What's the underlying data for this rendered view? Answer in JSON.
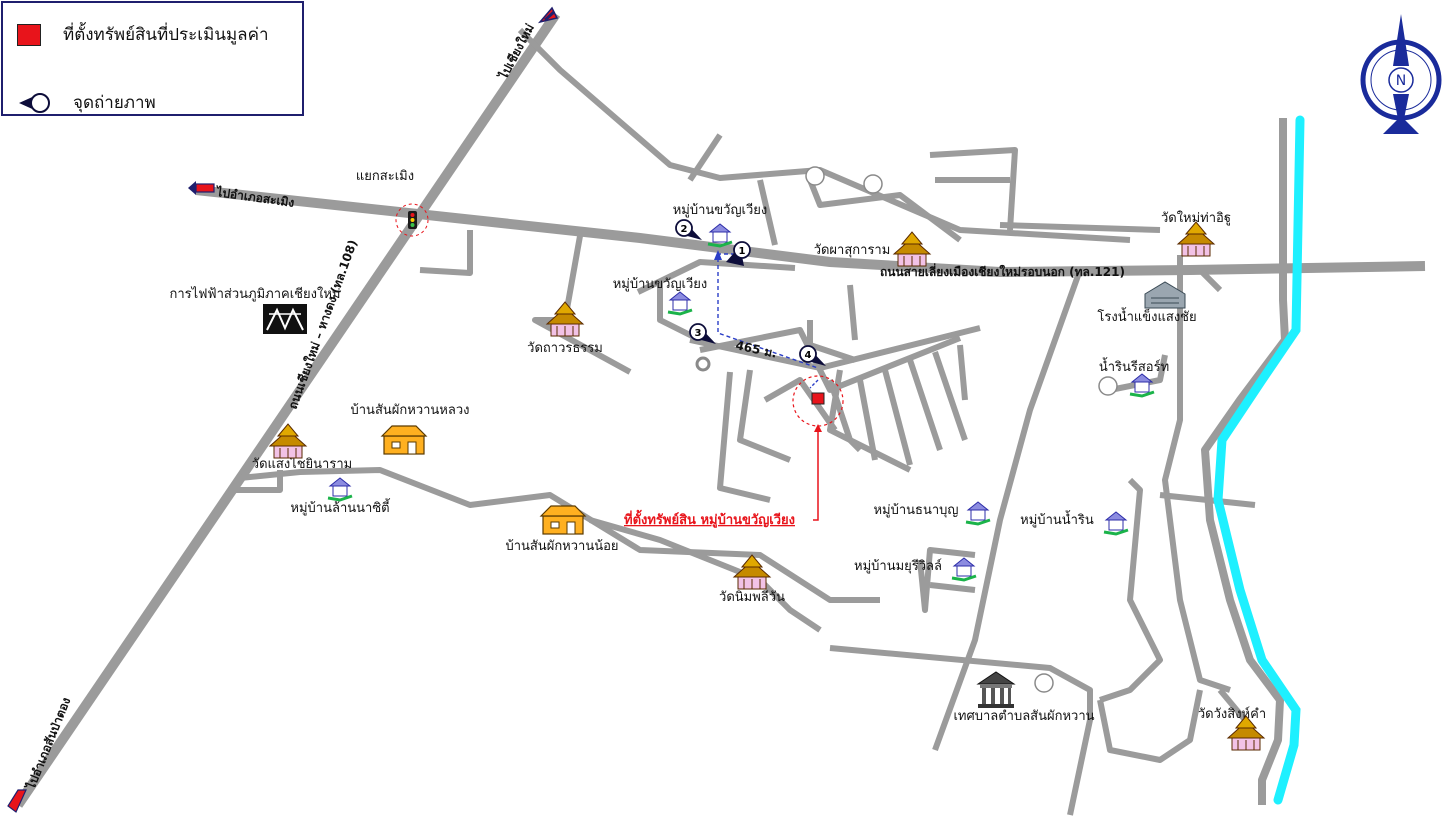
{
  "legend": {
    "property_label": "ที่ตั้งทรัพย์สินที่ประเมินมูลค่า",
    "photo_label": "จุดถ่ายภาพ"
  },
  "compass": {
    "letter": "N"
  },
  "road_labels": {
    "to_chiang_mai": "ไปเชียงใหม่",
    "to_samoeng": "ไปอำเภอสะเมิง",
    "to_san_pa_tong": "ไปอำเภอสันป่าตอง",
    "highway_108": "ถนนเชียงใหม่ – หางดง (ทล.108)",
    "highway_121": "ถนนสายเลี่ยงเมืองเชียงใหม่รอบนอก (ทล.121)",
    "distance": "465 ม."
  },
  "places": {
    "samoeng_junction": "แยกสะเมิง",
    "pea": "การไฟฟ้าส่วนภูมิภาคเชียงใหม่",
    "wat_thaworn": "วัดถาวรธรรม",
    "baan_san_phak_wan_luang": "บ้านสันผักหวานหลวง",
    "wat_saeng": "วัดแสงไชยินาราม",
    "moo_ban_lanna": "หมู่บ้านล้านนาซิตี้",
    "baan_san_phak_wan_noi": "บ้านสันผักหวานน้อย",
    "wat_nimit": "วัดนิมพลีวัน",
    "moo_ban_khwan_1": "หมู่บ้านขวัญเวียง",
    "moo_ban_khwan_2": "หมู่บ้านขวัญเวียง",
    "wat_pha": "วัดผาสุการาม",
    "wat_tha_ichu": "วัดใหม่ท่าอิฐู",
    "ice_factory": "โรงน้ำแข็งแสงชัย",
    "nam_rin_resort": "น้ำรินรีสอร์ท",
    "moo_ban_thana": "หมู่บ้านธนาบุญ",
    "moo_ban_nam_rin": "หมู่บ้านน้ำริน",
    "moo_ban_maneerin": "หมู่บ้านมยุรีวิลล์",
    "tessaban": "เทศบาลตำบลสันผักหวาน",
    "wat_wang_sing": "วัดวังสิงห์คำ"
  },
  "property_caption": "ที่ตั้งทรัพย์สิน หมู่บ้านขวัญเวียง",
  "photo_points": [
    "1",
    "2",
    "3",
    "4"
  ],
  "colors": {
    "road": "#9b9b9b",
    "river": "#1ef0ff",
    "property": "#e8141b",
    "legend_border": "#1f1f6e",
    "compass": "#1a2b9b"
  }
}
